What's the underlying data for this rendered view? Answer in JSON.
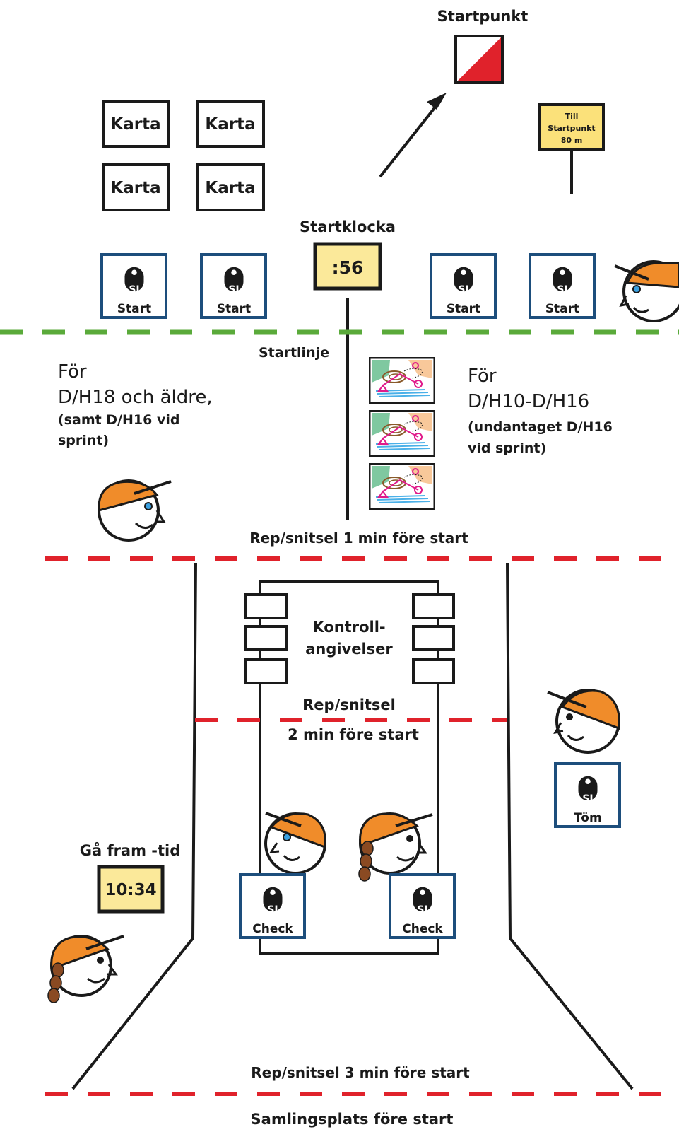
{
  "labels": {
    "startpunkt": "Startpunkt",
    "karta": "Karta",
    "sign_line1": "Till",
    "sign_line2": "Startpunkt",
    "sign_line3": "80 m",
    "startklocka": "Startklocka",
    "clock_value": ":56",
    "si": "SI",
    "start": "Start",
    "startlinje": "Startlinje",
    "left_group_line1": "För",
    "left_group_line2": "D/H18 och äldre,",
    "left_group_line3": "(samt D/H16 vid",
    "left_group_line4": "sprint)",
    "right_group_line1": "För",
    "right_group_line2": "D/H10-D/H16",
    "right_group_line3": "(undantaget D/H16",
    "right_group_line4": "vid sprint)",
    "rep1": "Rep/snitsel 1 min före start",
    "kontroll_line1": "Kontroll-",
    "kontroll_line2": "angivelser",
    "rep2_line1": "Rep/snitsel",
    "rep2_line2": "2 min före start",
    "tom": "Töm",
    "check": "Check",
    "ga_fram": "Gå fram -tid",
    "ga_fram_value": "10:34",
    "rep3": "Rep/snitsel 3 min före start",
    "samlingsplats": "Samlingsplats före start"
  },
  "colors": {
    "ink": "#1a1a1a",
    "green_line": "#5aaa3a",
    "red_line": "#e0222b",
    "si_box_border": "#1d4e7c",
    "clock_fill": "#fbe99a",
    "sign_fill": "#fbe17a",
    "cap_orange": "#f08c2a",
    "flag_red": "#e0222b",
    "braid_brown": "#8a4a22",
    "eye_blue": "#3aa0e0"
  }
}
